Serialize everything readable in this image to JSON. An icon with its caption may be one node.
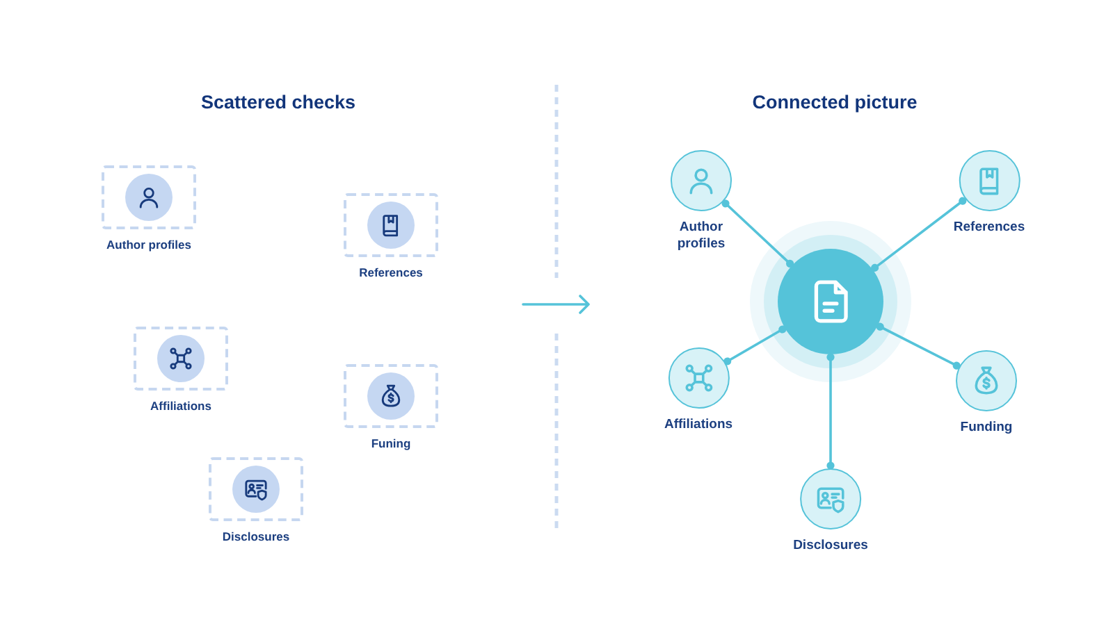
{
  "diagram": {
    "nodes": [
      {
        "text": [
          "Author profiles"
        ]
      },
      {
        "text": [
          "References"
        ]
      },
      {
        "text": [
          "Affiliations"
        ]
      },
      {
        "text": [
          "Funing"
        ]
      },
      {
        "text": [
          "Disclosures"
        ]
      },
      {
        "text": [
          "Author profiles"
        ]
      },
      {
        "text": [
          "References"
        ]
      },
      {
        "text": [],
        "shape": "circle"
      },
      {
        "text": [
          "Affiliations"
        ]
      },
      {
        "text": [
          "Funding"
        ]
      },
      {
        "text": [
          "Disclosures"
        ]
      }
    ],
    "edges": [
      {
        "from": 7,
        "to": 5,
        "arrow": "other"
      },
      {
        "from": 7,
        "to": 6,
        "arrow": "other"
      },
      {
        "from": 7,
        "to": 8,
        "arrow": "other"
      },
      {
        "from": 7,
        "to": 9,
        "arrow": "other"
      },
      {
        "from": 7,
        "to": 10,
        "arrow": "other"
      }
    ],
    "labels": [
      "Scattered checks",
      "Connected picture"
    ]
  }
}
